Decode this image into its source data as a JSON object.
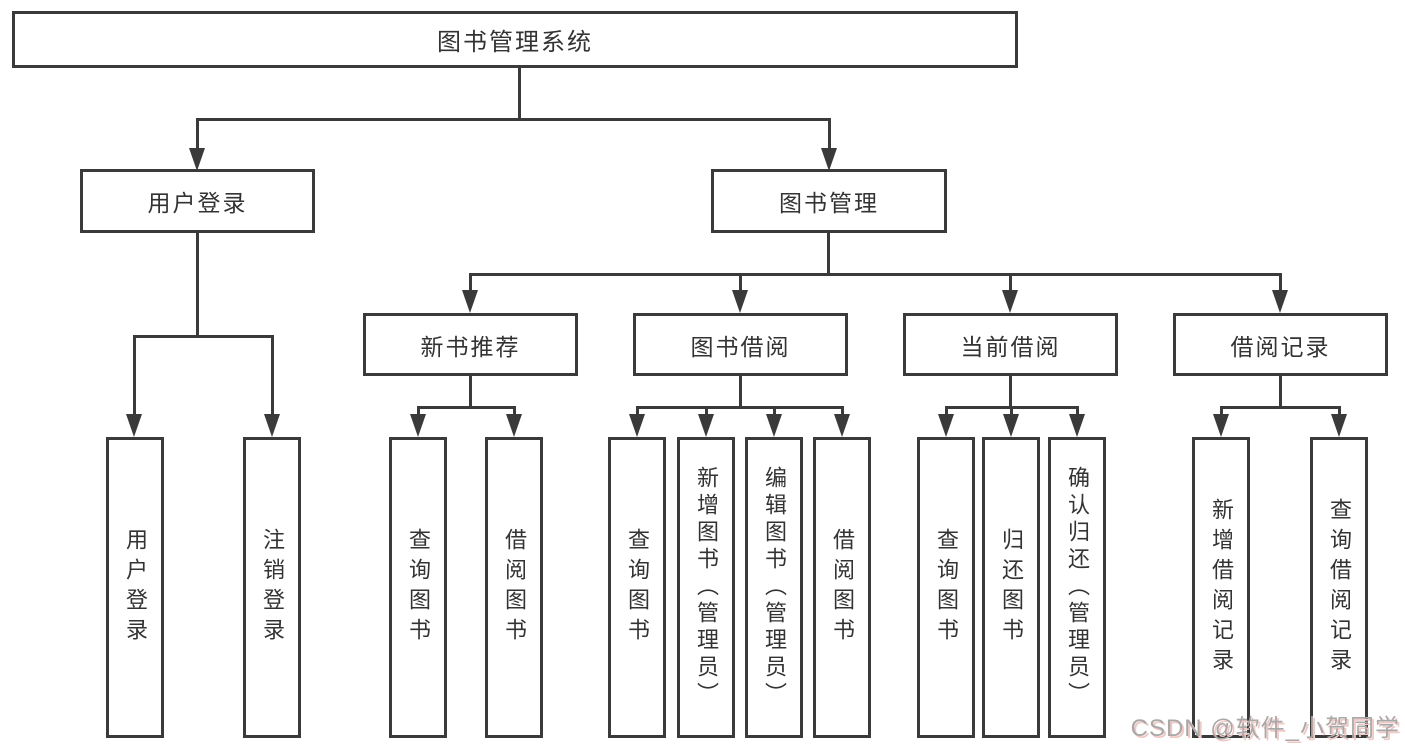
{
  "diagram": {
    "root": {
      "label": "图书管理系统"
    },
    "level2": {
      "user_login": {
        "label": "用户登录"
      },
      "book_mgmt": {
        "label": "图书管理"
      }
    },
    "level3": {
      "new_book_rec": {
        "label": "新书推荐"
      },
      "book_borrow": {
        "label": "图书借阅"
      },
      "current_borrow": {
        "label": "当前借阅"
      },
      "borrow_records": {
        "label": "借阅记录"
      }
    },
    "leaves": {
      "login": {
        "label": "用户登录"
      },
      "logout": {
        "label": "注销登录"
      },
      "rec_query": {
        "label": "查询图书"
      },
      "rec_borrow": {
        "label": "借阅图书"
      },
      "bb_query": {
        "label": "查询图书"
      },
      "bb_add": {
        "label": "新增图书（管理员）"
      },
      "bb_edit": {
        "label": "编辑图书（管理员）"
      },
      "bb_borrow": {
        "label": "借阅图书"
      },
      "cb_query": {
        "label": "查询图书"
      },
      "cb_return": {
        "label": "归还图书"
      },
      "cb_confirm": {
        "label": "确认归还（管理员）"
      },
      "br_add": {
        "label": "新增借阅记录"
      },
      "br_query": {
        "label": "查询借阅记录"
      }
    }
  },
  "watermark": {
    "text": "CSDN @软件_小贺同学"
  },
  "colors": {
    "line": "#3a3a3a",
    "text": "#333333",
    "watermark_gray": "#a8a8a8",
    "watermark_shadow": "#f0c8c4"
  }
}
